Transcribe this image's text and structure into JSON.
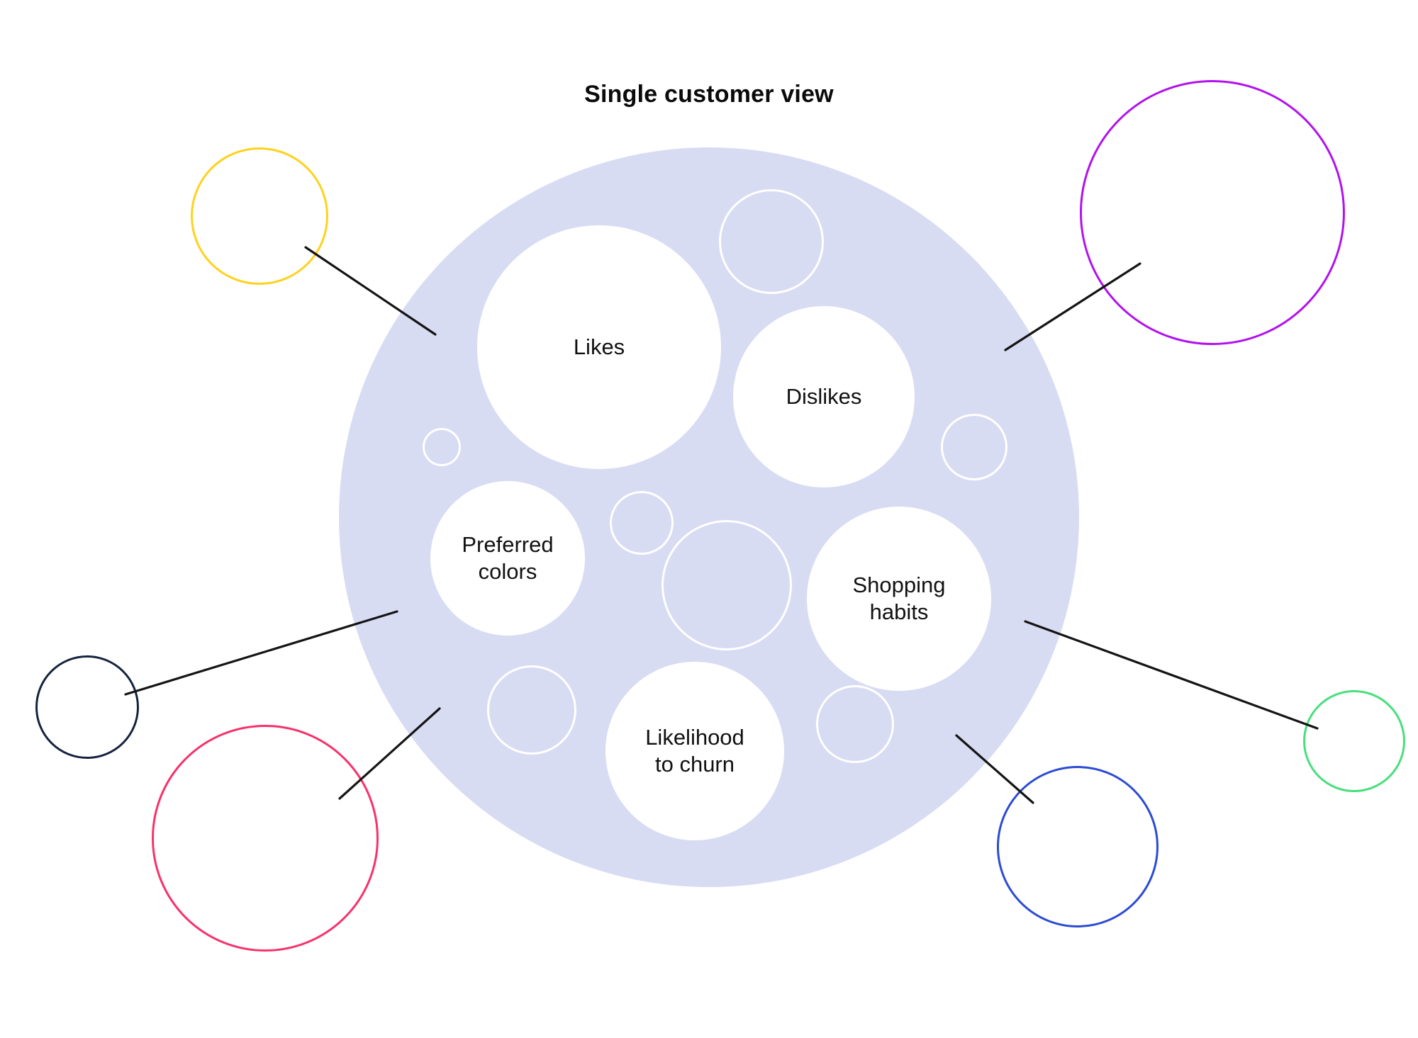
{
  "title": "Single customer view",
  "colors": {
    "background": "#FFFFFF",
    "hub_fill": "#D8DCF3",
    "segment_fill": "#FFFFFF",
    "bubble_stroke": "#FFFFFF",
    "connector": "#141414",
    "title_text": "#0A0A0A",
    "label_text": "#111111"
  },
  "hub": {
    "segments": [
      {
        "id": "likes",
        "label": "Likes"
      },
      {
        "id": "dislikes",
        "label": "Dislikes"
      },
      {
        "id": "preferred-colors",
        "label": "Preferred\ncolors"
      },
      {
        "id": "shopping-habits",
        "label": "Shopping\nhabits"
      },
      {
        "id": "likelihood-to-churn",
        "label": "Likelihood\nto churn"
      }
    ]
  },
  "satellites": [
    {
      "id": "yellow",
      "color": "#FFD21E"
    },
    {
      "id": "purple",
      "color": "#B112EE"
    },
    {
      "id": "navy",
      "color": "#16233E"
    },
    {
      "id": "pink",
      "color": "#F8316B"
    },
    {
      "id": "blue",
      "color": "#2C4BD4"
    },
    {
      "id": "green",
      "color": "#48DF7E"
    }
  ]
}
